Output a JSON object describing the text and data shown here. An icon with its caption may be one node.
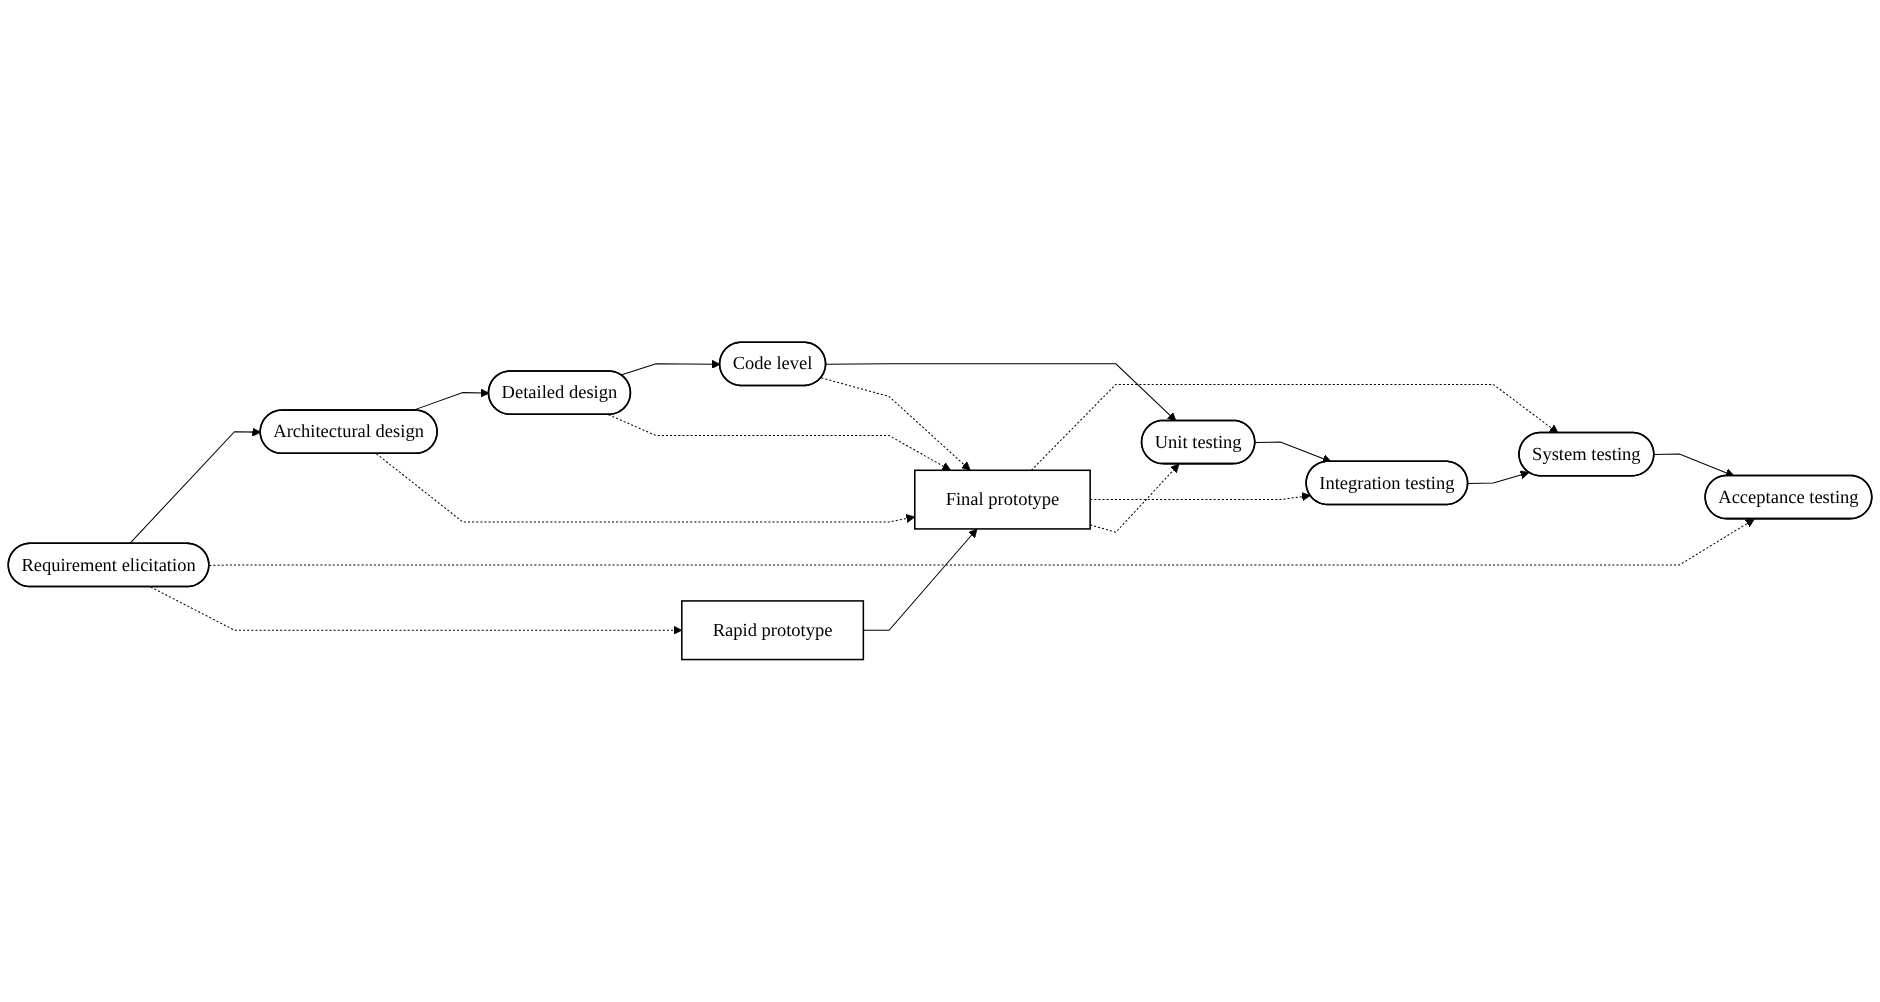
{
  "diagram": {
    "nodes": [
      {
        "text": [
          "Requirement elicitation"
        ]
      },
      {
        "text": [
          "Rapid prototype"
        ]
      },
      {
        "text": [
          "Acceptance testing"
        ]
      },
      {
        "text": [
          "Architectural design"
        ]
      },
      {
        "text": [
          "Final prototype"
        ]
      },
      {
        "text": [
          "System testing"
        ]
      },
      {
        "text": [
          "Detailed design"
        ]
      },
      {
        "text": [
          "Integration testing"
        ]
      },
      {
        "text": [
          "Code level"
        ]
      },
      {
        "text": [
          "Unit testing"
        ]
      }
    ],
    "edges": [
      {
        "from": 0,
        "to": 3,
        "arrow": "to"
      },
      {
        "from": 3,
        "to": 6,
        "arrow": "to"
      },
      {
        "from": 6,
        "to": 8,
        "arrow": "to"
      },
      {
        "from": 8,
        "to": 9,
        "arrow": "to"
      },
      {
        "from": 9,
        "to": 7,
        "arrow": "to"
      },
      {
        "from": 7,
        "to": 5,
        "arrow": "to"
      },
      {
        "from": 5,
        "to": 2,
        "arrow": "to"
      },
      {
        "from": 1,
        "to": 4,
        "arrow": "to"
      },
      {
        "from": 0,
        "to": 2,
        "arrow": "to",
        "style": "dashed"
      },
      {
        "from": 0,
        "to": 1,
        "arrow": "to",
        "style": "dashed"
      },
      {
        "from": 3,
        "to": 4,
        "arrow": "to",
        "style": "dashed"
      },
      {
        "from": 6,
        "to": 4,
        "arrow": "to",
        "style": "dashed"
      },
      {
        "from": 8,
        "to": 4,
        "arrow": "to",
        "style": "dashed"
      },
      {
        "from": 4,
        "to": 5,
        "arrow": "to",
        "style": "dashed"
      },
      {
        "from": 4,
        "to": 7,
        "arrow": "to",
        "style": "dashed"
      },
      {
        "from": 4,
        "to": 9,
        "arrow": "to",
        "style": "dashed"
      }
    ]
  }
}
